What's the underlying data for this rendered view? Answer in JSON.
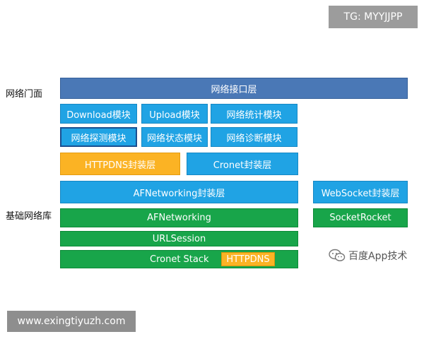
{
  "watermark_top": "TG: MYYJJPP",
  "watermark_bottom": "www.exingtiyuzh.com",
  "watermark_wechat": "百度App技术",
  "labels": {
    "facade": "网络门面",
    "base": "基础网络库"
  },
  "layers": {
    "interface": "网络接口层",
    "download": "Download模块",
    "upload": "Upload模块",
    "stats": "网络统计模块",
    "probe": "网络探测模块",
    "state": "网络状态模块",
    "diagnose": "网络诊断模块",
    "httpdns_wrap": "HTTPDNS封装层",
    "cronet_wrap": "Cronet封装层",
    "afn_wrap": "AFNetworking封装层",
    "websocket_wrap": "WebSocket封装层",
    "afn": "AFNetworking",
    "socketrocket": "SocketRocket",
    "urlsession": "URLSession",
    "cronet_stack": "Cronet Stack",
    "httpdns": "HTTPDNS"
  },
  "colors": {
    "interface": "#4a78b6",
    "module": "#20a3e4",
    "highlight": "#fbb324",
    "base": "#18a54a"
  }
}
